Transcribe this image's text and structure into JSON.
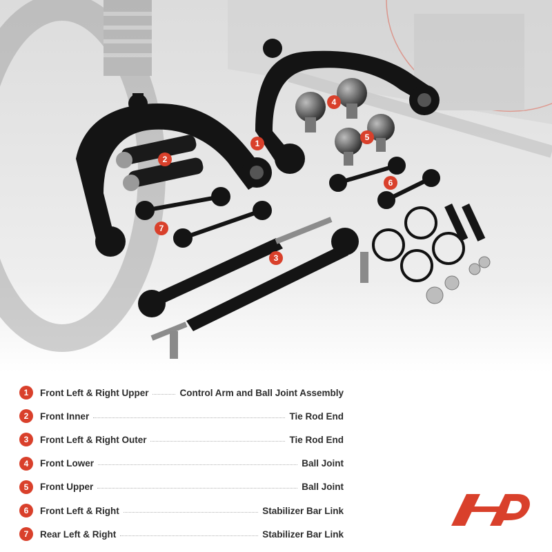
{
  "callouts": [
    "1",
    "2",
    "3",
    "4",
    "5",
    "6",
    "7"
  ],
  "legend": [
    {
      "num": "1",
      "left": "Front Left & Right Upper",
      "right": "Control Arm and Ball Joint Assembly"
    },
    {
      "num": "2",
      "left": "Front Inner",
      "right": "Tie Rod End"
    },
    {
      "num": "3",
      "left": "Front Left & Right Outer",
      "right": "Tie Rod End"
    },
    {
      "num": "4",
      "left": "Front Lower",
      "right": "Ball Joint"
    },
    {
      "num": "5",
      "left": "Front Upper",
      "right": "Ball Joint"
    },
    {
      "num": "6",
      "left": "Front Left & Right",
      "right": "Stabilizer Bar Link"
    },
    {
      "num": "7",
      "left": "Rear Left & Right",
      "right": "Stabilizer Bar Link"
    }
  ],
  "colors": {
    "accent": "#d9402b",
    "text": "#2b2b2b",
    "parts": "#161616",
    "background": "#ffffff"
  },
  "icons": {
    "logo": "brand-logo-icon"
  }
}
